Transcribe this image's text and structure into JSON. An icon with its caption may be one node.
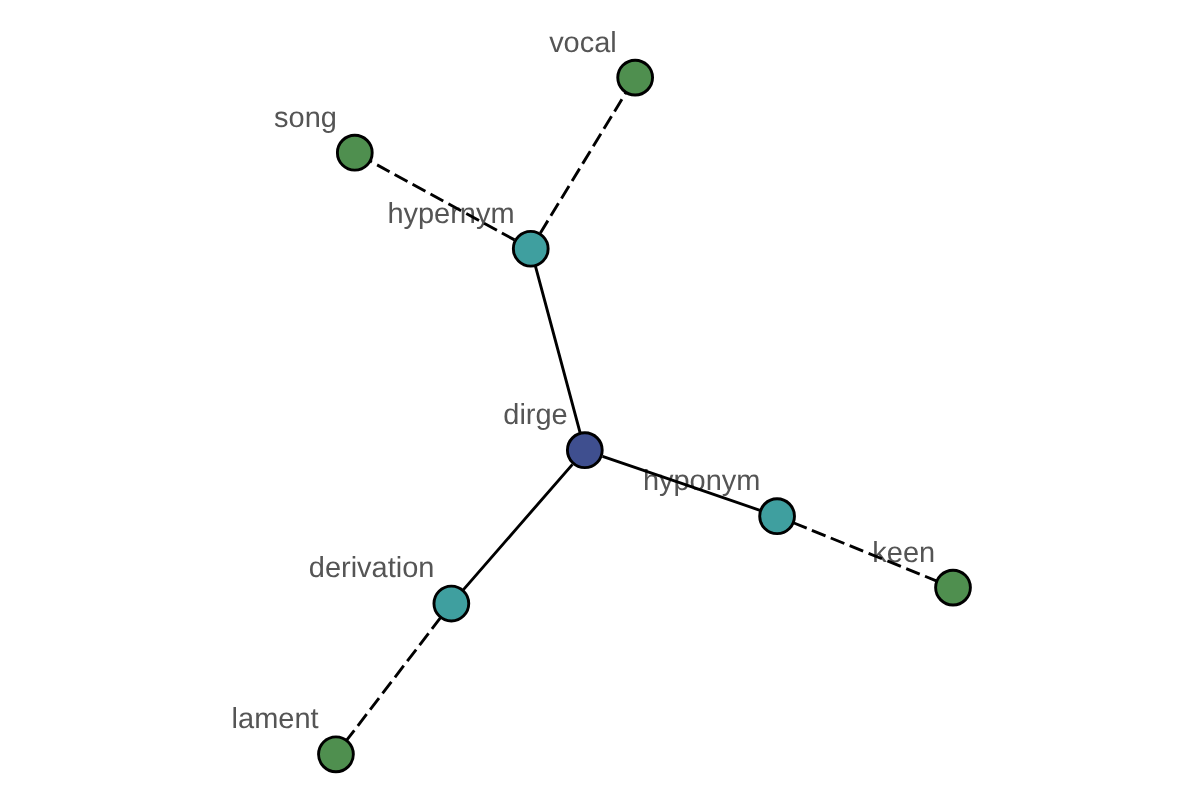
{
  "diagram": {
    "nodes": [
      {
        "text": [
          "dirge"
        ]
      },
      {
        "text": [
          "hyponym"
        ]
      },
      {
        "text": [
          "keen"
        ]
      },
      {
        "text": [
          "hypernym"
        ]
      },
      {
        "text": [
          "vocal"
        ]
      },
      {
        "text": [
          "song"
        ]
      },
      {
        "text": [
          "derivation"
        ]
      },
      {
        "text": [
          "lament"
        ]
      }
    ],
    "edges": [
      {
        "from": 0,
        "to": 1,
        "arrow": "none"
      },
      {
        "from": 1,
        "to": 2,
        "arrow": "none",
        "style": "dashed"
      },
      {
        "from": 0,
        "to": 3,
        "arrow": "none"
      },
      {
        "from": 3,
        "to": 4,
        "arrow": "none",
        "style": "dashed"
      },
      {
        "from": 3,
        "to": 5,
        "arrow": "none",
        "style": "dashed"
      },
      {
        "from": 0,
        "to": 6,
        "arrow": "none"
      },
      {
        "from": 6,
        "to": 7,
        "arrow": "none",
        "style": "dashed"
      }
    ]
  }
}
